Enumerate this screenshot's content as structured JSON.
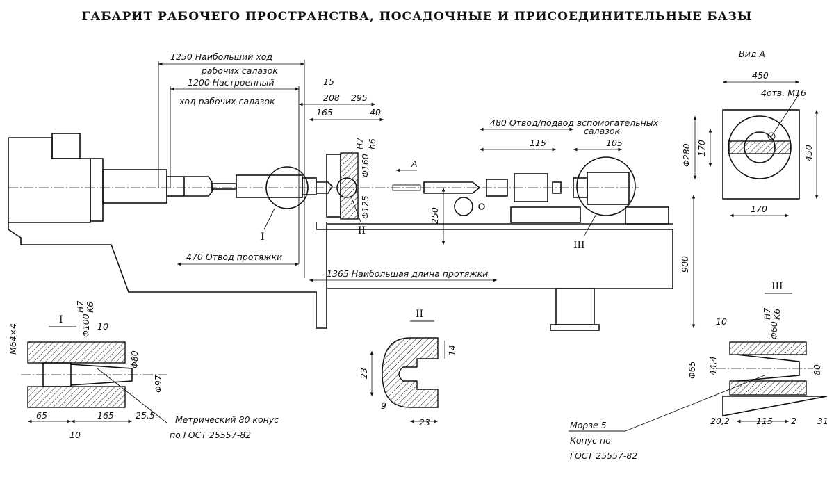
{
  "title": "ГАБАРИТ РАБОЧЕГО ПРОСТРАНСТВА, ПОСАДОЧНЫЕ И ПРИСОЕДИНИТЕЛЬНЫЕ БАЗЫ",
  "main_view": {
    "d1250": "1250 Наибольший ход",
    "d1250b": "рабочих салазок",
    "d1200": "1200 Настроенный",
    "d1200b": "ход рабочих салазок",
    "d15": "15",
    "d208": "208",
    "d295": "295",
    "d165": "165",
    "d40": "40",
    "h7h6": "H7",
    "h6": "h6",
    "d160": "Φ160",
    "d125": "Φ125",
    "arrowA": "A",
    "d480": "480 Отвод/подвод вспомогательных",
    "d480b": "салазок",
    "d115": "115",
    "d105": "105",
    "d250": "250",
    "d900": "900",
    "d470": "470 Отвод протяжки",
    "d1365": "1365 Наибольшая длина протяжки",
    "markI": "I",
    "markII": "II",
    "markIII": "III"
  },
  "view_a": {
    "title": "Вид А",
    "w450": "450",
    "holes": "4отв. М16",
    "d280": "Φ280",
    "d170v": "170",
    "h450": "450",
    "d170h": "170"
  },
  "detail_i": {
    "title": "I",
    "m64": "М64×4",
    "h7": "H7",
    "k6": "K6",
    "d100": "Φ100",
    "d10a": "10",
    "d80": "Φ80",
    "d97": "Φ97",
    "d65": "65",
    "d165": "165",
    "d25": "25,5",
    "d10b": "10",
    "note1": "Метрический 80 конус",
    "note2": "по ГОСТ 25557-82"
  },
  "detail_ii": {
    "title": "II",
    "d14": "14",
    "d23v": "23",
    "d9": "9",
    "d23h": "23"
  },
  "detail_iii": {
    "title": "III",
    "h7": "H7",
    "k6": "K6",
    "d10": "10",
    "d60": "Φ60",
    "d65": "Φ65",
    "d444": "44,4",
    "d80": "80",
    "d202": "20,2",
    "d115": "115",
    "d2": "2",
    "d31": "31",
    "note1": "Морзе 5",
    "note2": "Конус по",
    "note3": "ГОСТ 25557-82"
  }
}
